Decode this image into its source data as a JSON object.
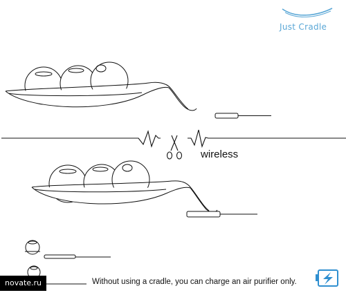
{
  "brand": {
    "name": "Just Cradle"
  },
  "labels": {
    "wireless": "wireless",
    "caption": "Without using a cradle, you can charge an air purifier only."
  },
  "watermark": {
    "text": "novate.ru"
  },
  "colors": {
    "brand": "#5aa7d6",
    "line": "#111111",
    "battery": "#2f8fd0"
  },
  "icons": [
    "just-cradle-logo-icon",
    "scissors-icon",
    "battery-lightning-icon"
  ]
}
